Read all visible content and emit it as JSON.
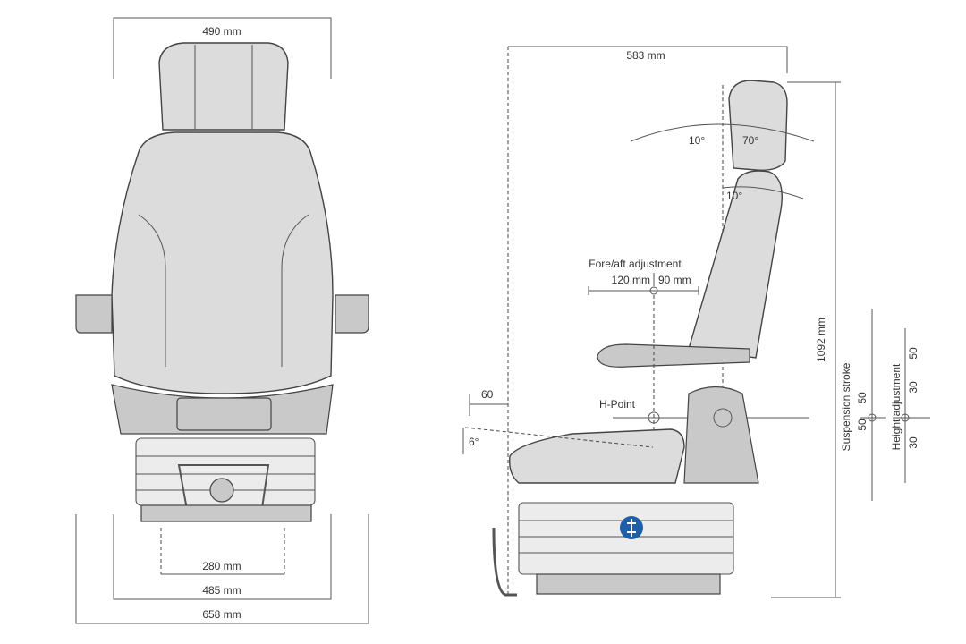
{
  "front_view": {
    "headrest_width": "490 mm",
    "mount_width": "280 mm",
    "base_width": "485 mm",
    "overall_width": "658 mm"
  },
  "side_view": {
    "depth": "583 mm",
    "height": "1092 mm",
    "headrest_angle_fwd": "10°",
    "headrest_angle_back": "70°",
    "backrest_angle": "10°",
    "fore_aft_label": "Fore/aft adjustment",
    "fore_aft_back": "120 mm",
    "fore_aft_fwd": "90 mm",
    "cushion_extension": "60",
    "cushion_tilt": "6°",
    "h_point_label": "H-Point",
    "suspension_label": "Suspension stroke",
    "suspension_up": "50",
    "suspension_down": "50",
    "height_label": "Height adjustment",
    "height_top": "50",
    "height_mid": "30",
    "height_bottom": "30",
    "badge_color": "#1f5fa8"
  }
}
